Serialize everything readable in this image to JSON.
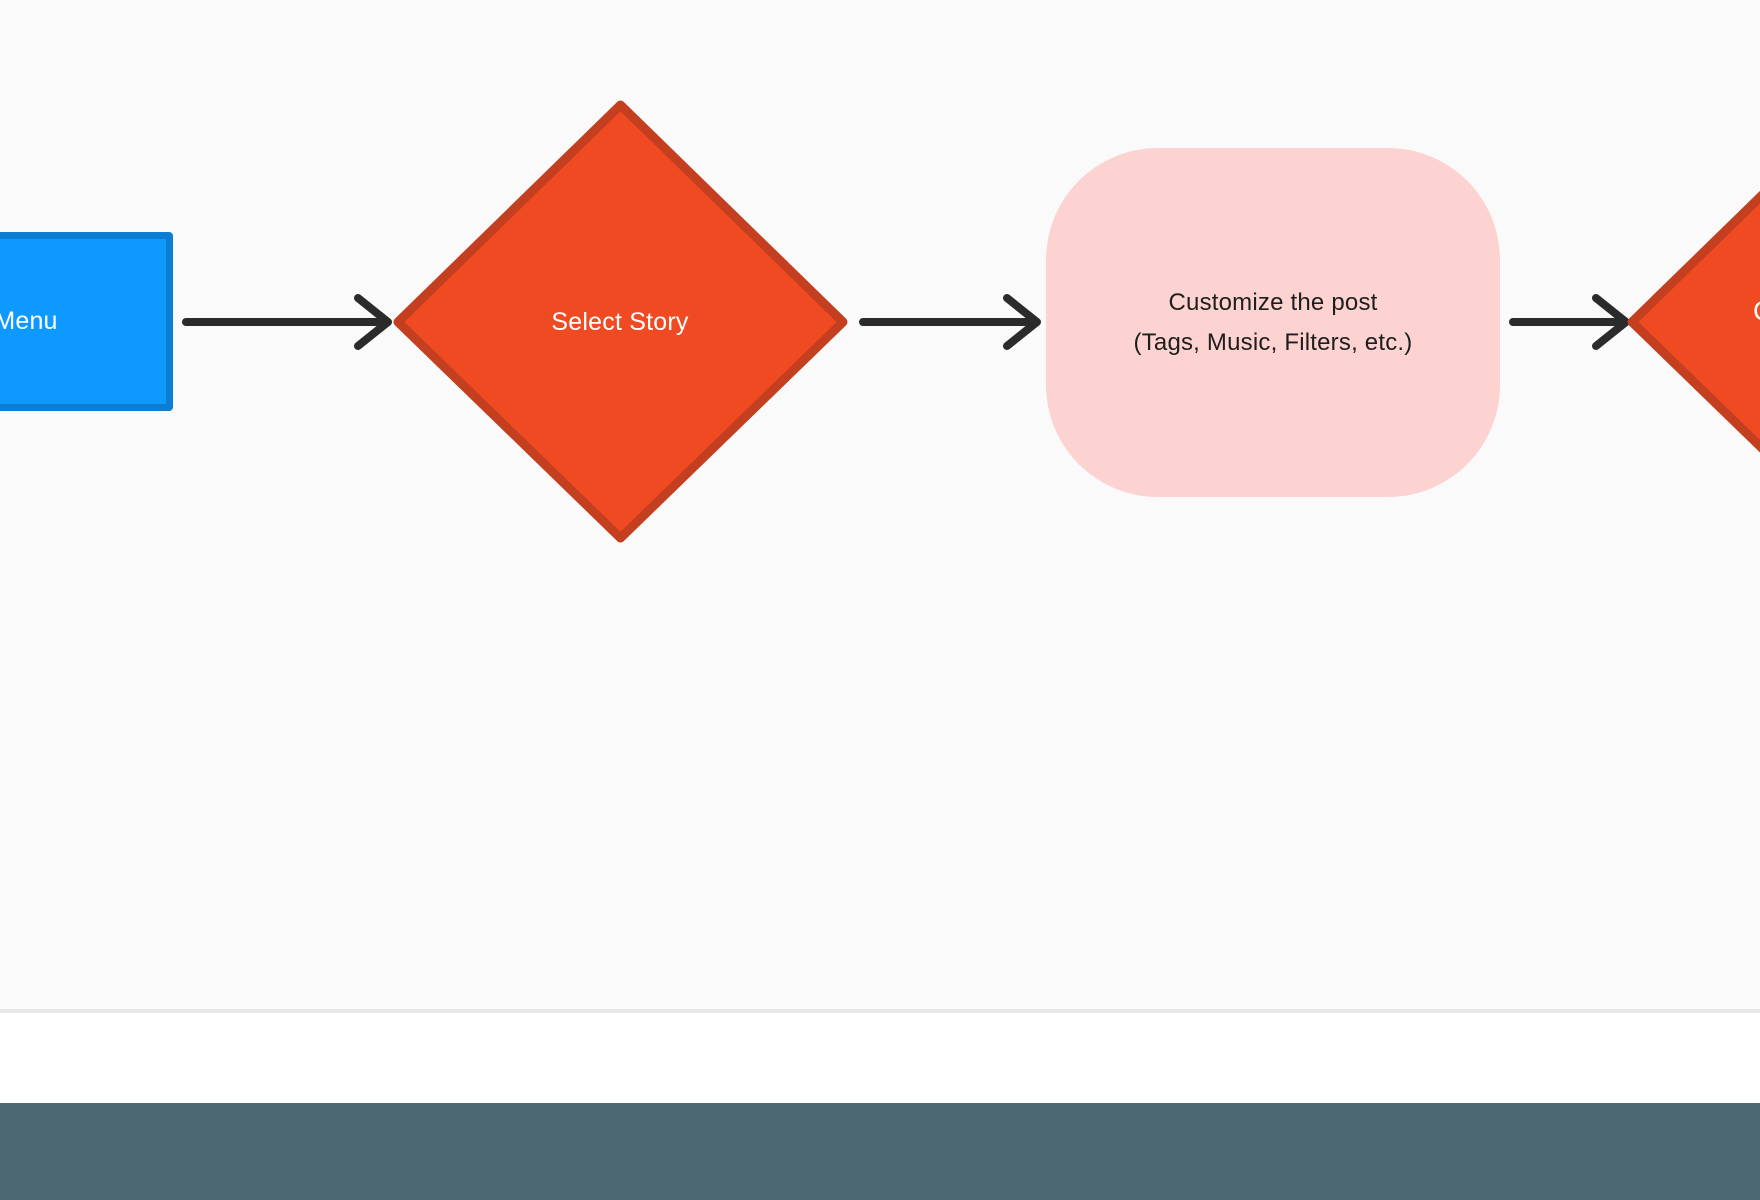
{
  "canvas": {
    "background": "#FAFAFA",
    "arrow_color": "#2B2B2B",
    "nodes": {
      "menu": {
        "shape": "rectangle",
        "label": "Menu",
        "fill": "#0D99FF",
        "stroke": "#0D7DD3",
        "text_color": "#FFFFFF",
        "clipped": "left edge of viewport"
      },
      "select_story": {
        "shape": "diamond",
        "label": "Select Story",
        "fill": "#F04A23",
        "stroke": "#C43F1F",
        "text_color": "#FFFFFF"
      },
      "customize_post": {
        "shape": "rounded-rectangle",
        "label_line1": "Customize the post",
        "label_line2": "(Tags, Music, Filters, etc.)",
        "fill": "#FCD3D0",
        "text_color": "#1E1E1E"
      },
      "next": {
        "shape": "diamond",
        "label_fragment": "C",
        "fill": "#F04A23",
        "stroke": "#C43F1F",
        "text_color": "#FFFFFF",
        "clipped": "right edge of viewport"
      }
    },
    "connectors": [
      {
        "from": "menu",
        "to": "select_story"
      },
      {
        "from": "select_story",
        "to": "customize_post"
      },
      {
        "from": "customize_post",
        "to": "next"
      }
    ]
  },
  "footer": {
    "white_strip_color": "#FFFFFF",
    "taskbar_color": "#4C6872"
  }
}
